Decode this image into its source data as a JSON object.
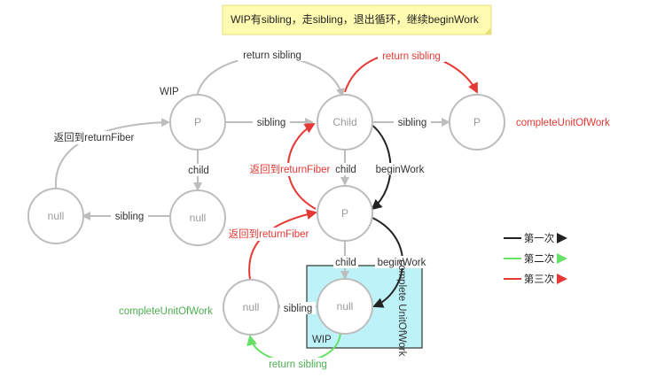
{
  "note": "WIP有sibling，走sibling，退出循环，继续beginWork",
  "nodes": {
    "p_top": "P",
    "child": "Child",
    "p_right": "P",
    "null_left": "null",
    "null_mid": "null",
    "p_center": "P",
    "null_bottom_left": "null",
    "null_wip": "null"
  },
  "labels": {
    "wip_top": "WIP",
    "wip_bottom": "WIP",
    "return_sibling_gray": "return sibling",
    "return_sibling_red": "return sibling",
    "return_sibling_green": "return sibling",
    "sibling_p_child": "sibling",
    "sibling_child_p": "sibling",
    "sibling_null_null": "sibling",
    "sibling_bottom": "sibling",
    "child_p_null": "child",
    "child_child_p": "child",
    "child_p_null_bottom": "child",
    "begin_work_1": "beginWork",
    "begin_work_2": "beginWork",
    "return_fiber_left": "返回到returnFiber",
    "return_fiber_red1": "返回到returnFiber",
    "return_fiber_red2": "返回到returnFiber",
    "complete_right": "completeUnitOfWork",
    "complete_left": "completeUnitOfWork",
    "complete_vertical": "complete UnitOfWork"
  },
  "legend": [
    {
      "label": "第一次",
      "color": "#222222"
    },
    {
      "label": "第二次",
      "color": "#66e066"
    },
    {
      "label": "第三次",
      "color": "#e53935"
    }
  ],
  "colors": {
    "first": "#222222",
    "second": "#66e066",
    "third": "#e53935",
    "default_edge": "#bdbdbd"
  }
}
